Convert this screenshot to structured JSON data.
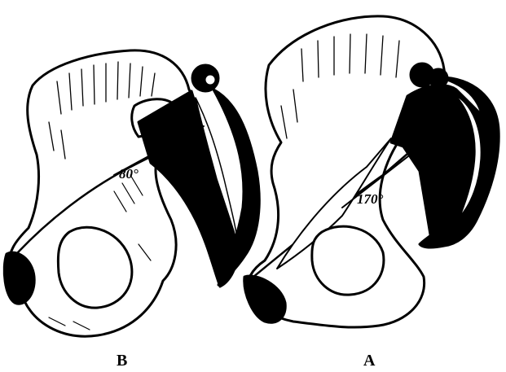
{
  "figure": {
    "left": {
      "caption": "B",
      "angle_label": "80°"
    },
    "right": {
      "caption": "A",
      "angle_label": "170°"
    }
  },
  "colors": {
    "ink": "#000000",
    "paper": "#ffffff"
  }
}
